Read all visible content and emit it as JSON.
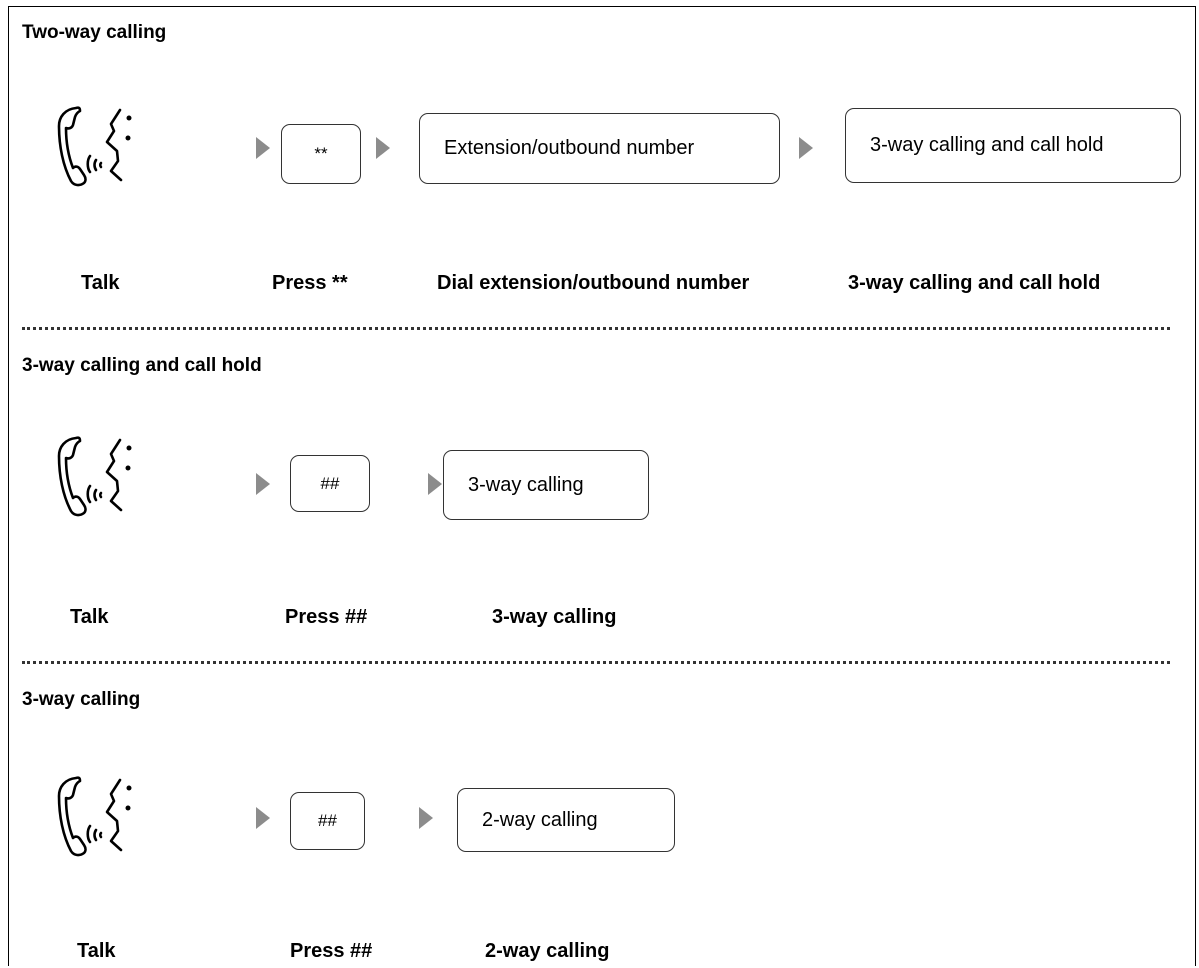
{
  "sections": [
    {
      "title": "Two-way calling",
      "key_label": "**",
      "result_label": "Extension/outbound number",
      "final_label": "3-way calling and call hold",
      "captions": {
        "talk": "Talk",
        "press": "Press **",
        "dial": "Dial extension/outbound number",
        "result": "3-way calling and call hold"
      }
    },
    {
      "title": "3-way calling and call hold",
      "key_label": "##",
      "result_label": "3-way calling",
      "captions": {
        "talk": "Talk",
        "press": "Press ##",
        "result": "3-way calling"
      }
    },
    {
      "title": "3-way calling",
      "key_label": "##",
      "result_label": "2-way calling",
      "captions": {
        "talk": "Talk",
        "press": "Press ##",
        "result": "2-way calling"
      }
    }
  ],
  "icons": {
    "talk": "phone-handset-talking-icon",
    "step": "triangle-arrow-right-icon"
  },
  "colors": {
    "arrow": "#8c8c8c",
    "border": "#333333"
  }
}
